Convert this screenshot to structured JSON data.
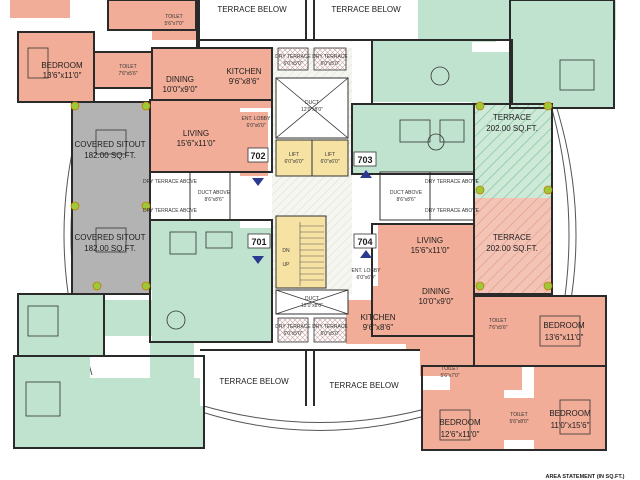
{
  "colors": {
    "salmon": "#f2ad98",
    "green": "#bfe3cf",
    "gray": "#b3b3b3",
    "yellow": "#f6e3a4",
    "wall": "#2a2a2a",
    "terrace_hatch_green": "#7cc89c",
    "terrace_hatch_salmon": "#e9a79a",
    "core": "#ffffff"
  },
  "units": {
    "u701": "701",
    "u702": "702",
    "u703": "703",
    "u704": "704"
  },
  "rooms": {
    "terrace_below_top_left": "TERRACE BELOW",
    "terrace_below_top_right": "TERRACE BELOW",
    "terrace_below_bottom_left": "TERRACE BELOW",
    "terrace_below_bottom_right": "TERRACE BELOW",
    "toilet_tl": {
      "name": "TOILET",
      "size": "5'6\"x7'0\""
    },
    "bedroom_tl": {
      "name": "BEDROOM",
      "size": "13'6\"x11'0\""
    },
    "toilet_tl2": {
      "name": "TOILET",
      "size": "7'6\"x5'6\""
    },
    "dining_tl": {
      "name": "DINING",
      "size": "10'0\"x9'0\""
    },
    "kitchen_tl": {
      "name": "KITCHEN",
      "size": "9'6\"x8'6\""
    },
    "living_tl": {
      "name": "LIVING",
      "size": "15'6\"x11'0\""
    },
    "covered_sitout_1": {
      "name": "COVERED SITOUT",
      "size": "182.00 SQ.FT."
    },
    "covered_sitout_2": {
      "name": "COVERED SITOUT",
      "size": "182.00 SQ.FT."
    },
    "terrace_1": {
      "name": "TERRACE",
      "size": "202.00 SQ.FT."
    },
    "terrace_2": {
      "name": "TERRACE",
      "size": "202.00 SQ.FT."
    },
    "living_br": {
      "name": "LIVING",
      "size": "15'6\"x11'0\""
    },
    "dining_br": {
      "name": "DINING",
      "size": "10'0\"x9'0\""
    },
    "kitchen_br": {
      "name": "KITCHEN",
      "size": "9'6\"x8'6\""
    },
    "toilet_br1": {
      "name": "TOILET",
      "size": "7'6\"x5'6\""
    },
    "bedroom_br1": {
      "name": "BEDROOM",
      "size": "13'6\"x11'0\""
    },
    "toilet_br2": {
      "name": "TOILET",
      "size": "5'6\"x7'0\""
    },
    "bedroom_br2": {
      "name": "BEDROOM",
      "size": "12'6\"x11'0\""
    },
    "toilet_br3": {
      "name": "TOILET",
      "size": "5'6\"x8'0\""
    },
    "bedroom_br3": {
      "name": "BEDROOM",
      "size": "11'0\"x15'6\""
    }
  },
  "core": {
    "duct_top": {
      "name": "DUCT",
      "size": "12'0\"x8'0\""
    },
    "duct_bottom": {
      "name": "DUCT",
      "size": "12'0\"x8'0\""
    },
    "lift1": {
      "name": "LIFT",
      "size": "6'0\"x6'0\""
    },
    "lift2": {
      "name": "LIFT",
      "size": "6'0\"x6'0\""
    },
    "dry_terrace_tl": {
      "name": "DRY TERRACE",
      "size": "6'0\"x5'0\""
    },
    "dry_terrace_tr": {
      "name": "DRY TERRACE",
      "size": "6'0\"x5'0\""
    },
    "dry_terrace_bl": {
      "name": "DRY TERRACE",
      "size": "6'0\"x5'0\""
    },
    "dry_terrace_br": {
      "name": "DRY TERRACE",
      "size": "6'0\"x5'0\""
    },
    "ent_lobby_top": {
      "name": "ENT. LOBBY",
      "size": "6'0\"x6'0\""
    },
    "ent_lobby_bottom": {
      "name": "ENT. LOBBY",
      "size": "6'0\"x6'0\""
    },
    "dry_terrace_above_l1": "DRY TERRACE ABOVE",
    "dry_terrace_above_l2": "DRY TERRACE ABOVE",
    "dry_terrace_above_r1": "DRY TERRACE ABOVE",
    "dry_terrace_above_r2": "DRY TERRACE ABOVE",
    "duct_above_l": {
      "name": "DUCT ABOVE",
      "size": "8'6\"x8'6\""
    },
    "duct_above_r": {
      "name": "DUCT ABOVE",
      "size": "8'6\"x8'6\""
    },
    "stair_up": "UP",
    "stair_dn": "DN"
  },
  "footer": {
    "area_statement": "AREA STATEMENT (IN SQ.FT.)"
  }
}
